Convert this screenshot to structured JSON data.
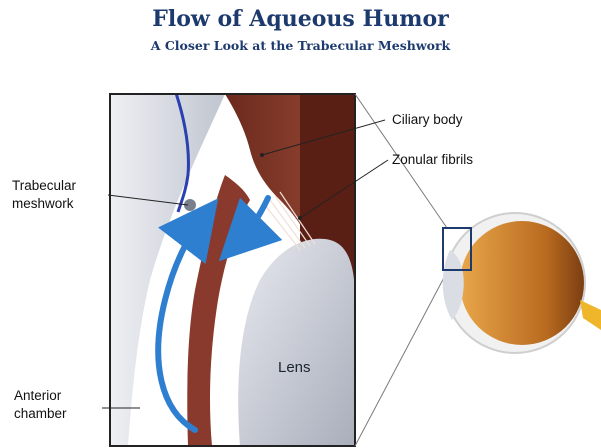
{
  "header": {
    "title": "Flow of Aqueous Humor",
    "subtitle": "A Closer Look at the Trabecular Meshwork"
  },
  "labels": {
    "ciliary_body": "Ciliary body",
    "zonular_fibrils": "Zonular fibrils",
    "trabecular_meshwork_line1": "Trabecular",
    "trabecular_meshwork_line2": "meshwork",
    "anterior_chamber_line1": "Anterior",
    "anterior_chamber_line2": "chamber",
    "lens": "Lens"
  },
  "colors": {
    "title": "#1d3a6e",
    "tissue": "#8a3a2c",
    "flow_arrow": "#2f7fd0",
    "lens": "#c9ccd6",
    "cornea": "#d7dbe2"
  }
}
